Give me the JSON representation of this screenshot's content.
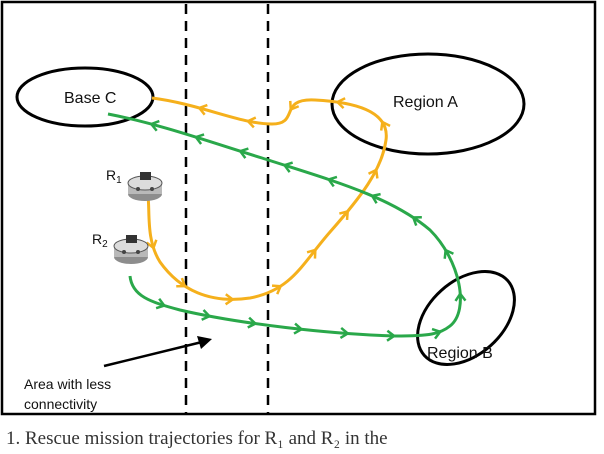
{
  "figure": {
    "regions": {
      "base_c": "Base C",
      "region_a": "Region A",
      "region_b": "Region B"
    },
    "robots": {
      "r1": {
        "letter": "R",
        "sub": "1"
      },
      "r2": {
        "letter": "R",
        "sub": "2"
      }
    },
    "annotation": {
      "line1": "Area with less",
      "line2": "connectivity"
    },
    "colors": {
      "green_path": "#2aa84a",
      "orange_path": "#f5b01c",
      "border": "#000000"
    }
  },
  "caption": {
    "text": "1. Rescue mission trajectories for R₁ and R₂ in the"
  }
}
